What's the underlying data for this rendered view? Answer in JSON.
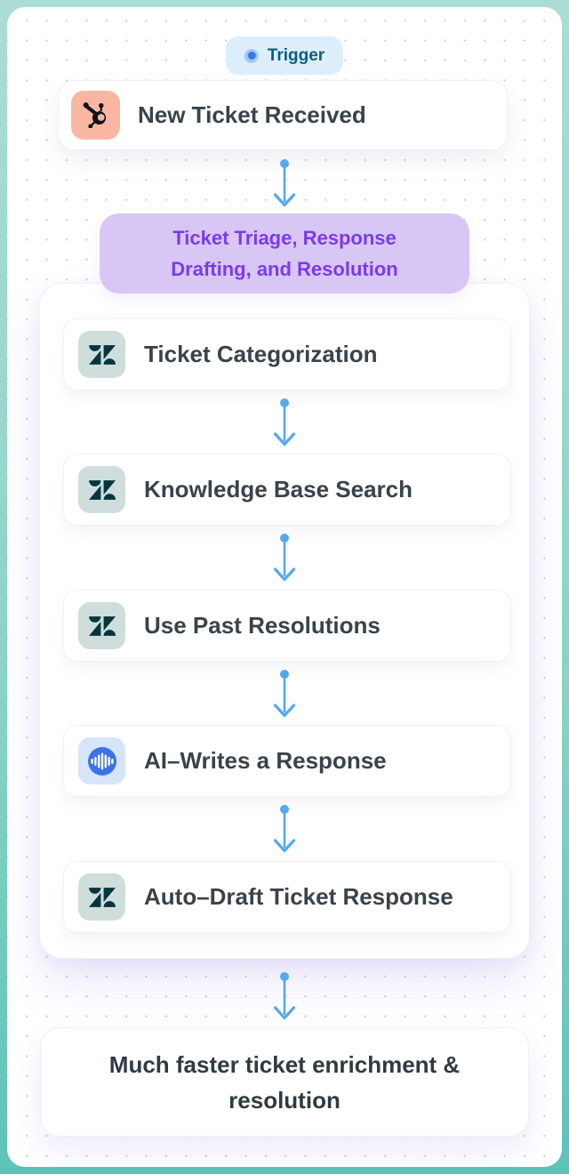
{
  "theme": {
    "accent_blue": "#55a9eb",
    "purple_text": "#7c3aed",
    "purple_bg": "#d8c7f5",
    "mint_top": "#abddd4",
    "mint_bottom": "#5ec3b7"
  },
  "trigger_badge": {
    "label": "Trigger"
  },
  "trigger_card": {
    "title": "New Ticket Received",
    "icon": "hubspot-logo-icon"
  },
  "group": {
    "label": "Ticket Triage, Response Drafting, and Resolution",
    "steps": [
      {
        "title": "Ticket Categorization",
        "icon": "zendesk-logo-icon"
      },
      {
        "title": "Knowledge Base Search",
        "icon": "zendesk-logo-icon"
      },
      {
        "title": "Use Past Resolutions",
        "icon": "zendesk-logo-icon"
      },
      {
        "title": "AI–Writes a Response",
        "icon": "ai-voice-icon"
      },
      {
        "title": "Auto–Draft Ticket Response",
        "icon": "zendesk-logo-icon"
      }
    ]
  },
  "outcome_card": {
    "title": "Much faster ticket enrichment & resolution"
  }
}
